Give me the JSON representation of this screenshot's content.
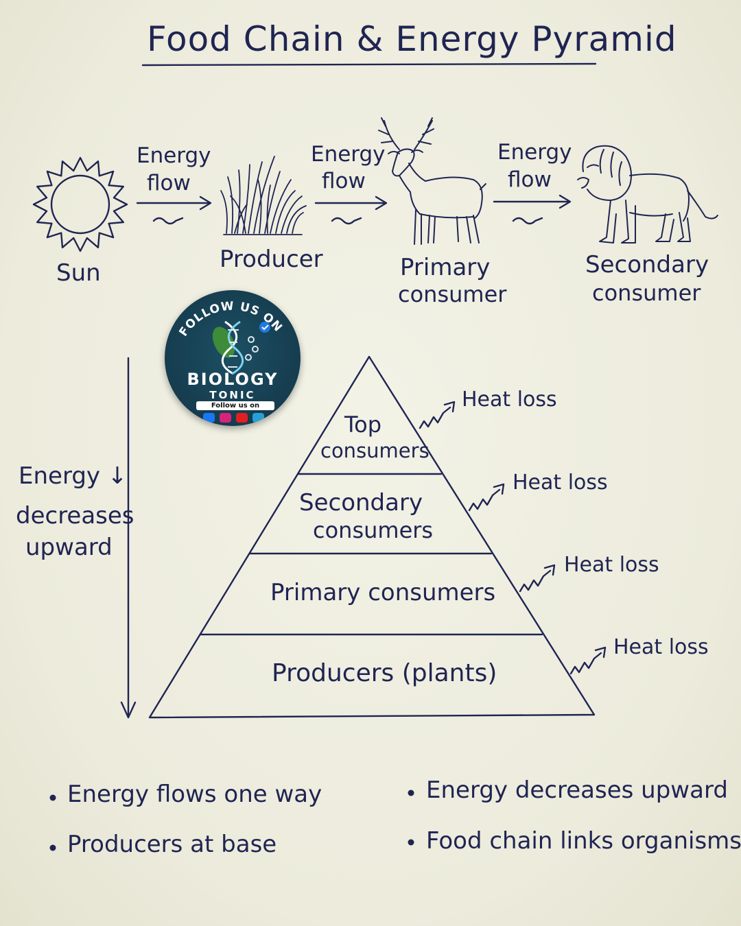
{
  "title": "Food Chain & Energy Pyramid",
  "food_chain": {
    "sun_label": "Sun",
    "producer_label": "Producer",
    "primary_label": [
      "Primary",
      "consumer"
    ],
    "secondary_label": [
      "Secondary",
      "consumer"
    ],
    "arrow_label": [
      "Energy",
      "flow"
    ]
  },
  "pyramid": {
    "side_label": [
      "Energy ↓",
      "decreases",
      "upward"
    ],
    "levels": [
      {
        "label": [
          "Top",
          "consumers"
        ]
      },
      {
        "label": [
          "Secondary",
          "consumers"
        ]
      },
      {
        "label": [
          "Primary consumers"
        ]
      },
      {
        "label": [
          "Producers (plants)"
        ]
      }
    ],
    "heat_loss_label": "Heat loss"
  },
  "bullets": {
    "left": [
      "Energy flows one way",
      "Producers at base"
    ],
    "right": [
      "Energy decreases upward",
      "Food chain links organisms"
    ]
  },
  "badge": {
    "arc_text": "FOLLOW US ON",
    "name": "BIOLOGY",
    "subname": "TONIC",
    "strip": "Follow us on"
  },
  "colors": {
    "ink": "#1f2452",
    "paper": "#eeeedf",
    "badge": "#163c4f"
  }
}
